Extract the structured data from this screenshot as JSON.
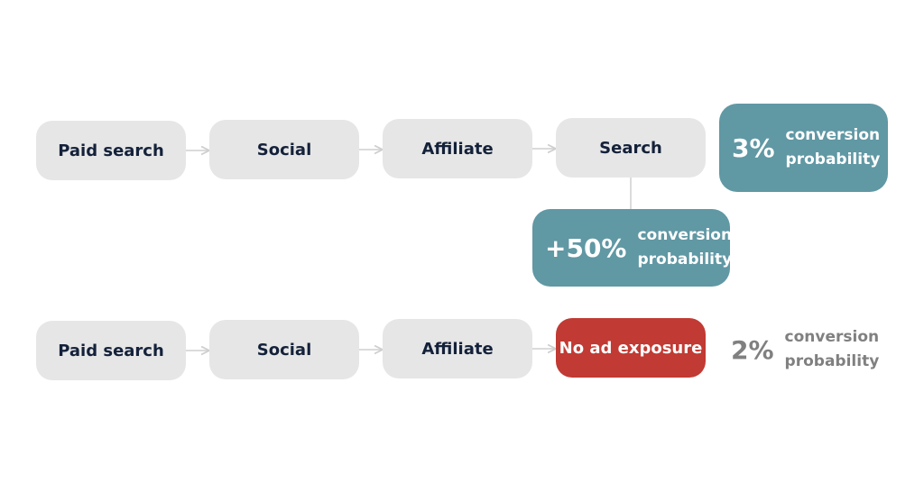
{
  "diagram": {
    "row1": {
      "steps": [
        "Paid search",
        "Social",
        "Affiliate",
        "Search"
      ],
      "outcome": {
        "value": "3%",
        "label_line1": "conversion",
        "label_line2": "probability"
      }
    },
    "uplift": {
      "value": "+50%",
      "label_line1": "conversion",
      "label_line2": "probability"
    },
    "row2": {
      "steps": [
        "Paid search",
        "Social",
        "Affiliate",
        "No ad exposure"
      ],
      "outcome": {
        "value": "2%",
        "label_line1": "conversion",
        "label_line2": "probability"
      }
    },
    "colors": {
      "step_fill": "#e6e6e6",
      "step_text": "#14213a",
      "highlight_teal": "#6098a4",
      "no_exposure_red": "#c13a33",
      "muted_gray": "#808080",
      "connector": "#cfcfcf"
    }
  }
}
